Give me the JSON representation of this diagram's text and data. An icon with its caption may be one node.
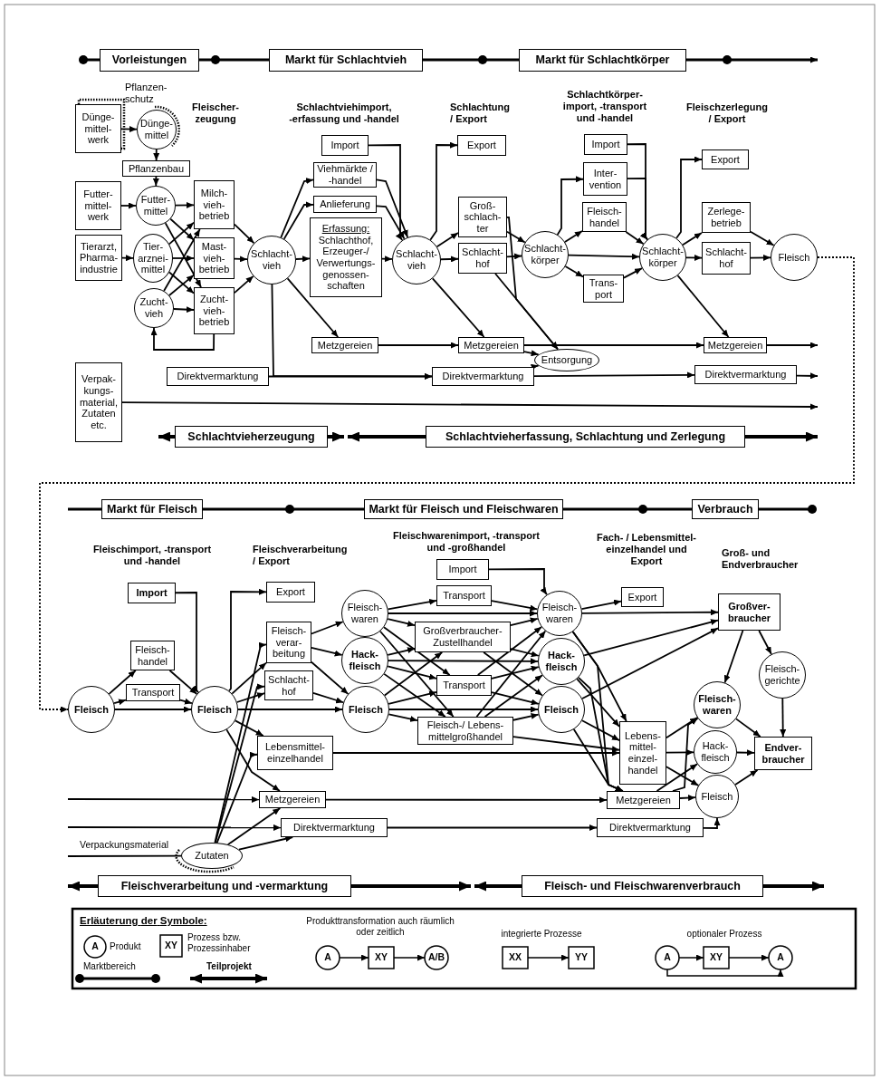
{
  "diagram": {
    "nodes": [
      {
        "text": [
          "Vorleistungen"
        ]
      },
      {
        "text": [
          "Markt für Schlachtvieh"
        ]
      },
      {
        "text": [
          "Markt für Schlachtkörper"
        ]
      },
      {
        "text": [
          "Dünge- mittel- werk"
        ]
      },
      {
        "text": [
          "Dünge- mittel"
        ]
      },
      {
        "text": [
          "Pflanzenbau"
        ]
      },
      {
        "text": [
          "Futter- mittel- werk"
        ]
      },
      {
        "text": [
          "Tierarzt, Pharma- industrie"
        ]
      },
      {
        "text": [
          "Verpak- kungs- material, Zutaten etc."
        ]
      },
      {
        "text": [
          "Futter- mittel"
        ]
      },
      {
        "text": [
          "Tier- arznei- mittel"
        ]
      },
      {
        "text": [
          "Zucht- vieh"
        ]
      },
      {
        "text": [
          "Milch- vieh- betrieb"
        ]
      },
      {
        "text": [
          "Mast- vieh- betrieb"
        ]
      },
      {
        "text": [
          "Zucht- vieh- betrieb"
        ]
      },
      {
        "text": [
          "Schlacht- vieh"
        ]
      },
      {
        "text": [
          "Import"
        ]
      },
      {
        "text": [
          "Viehmärkte / -handel"
        ]
      },
      {
        "text": [
          "Anlieferung"
        ]
      },
      {
        "text": [
          "Erfassung:",
          "Schlachthof, Erzeuger-/ Verwertungs- genossen- schaften"
        ]
      },
      {
        "text": [
          "Metzgereien"
        ]
      },
      {
        "text": [
          "Direktvermarktung"
        ]
      },
      {
        "text": [
          "Schlacht- vieh"
        ]
      },
      {
        "text": [
          "Export"
        ]
      },
      {
        "text": [
          "Groß- schlach- ter"
        ]
      },
      {
        "text": [
          "Schlacht- hof"
        ]
      },
      {
        "text": [
          "Metzgereien"
        ]
      },
      {
        "text": [
          "Direktvermarktung"
        ]
      },
      {
        "text": [
          "Entsorgung"
        ]
      },
      {
        "text": [
          "Schlacht- körper"
        ]
      },
      {
        "text": [
          "Import"
        ]
      },
      {
        "text": [
          "Inter- vention"
        ]
      },
      {
        "text": [
          "Fleisch- handel"
        ]
      },
      {
        "text": [
          "Trans- port"
        ]
      },
      {
        "text": [
          "Schlacht- körper"
        ]
      },
      {
        "text": [
          "Export"
        ]
      },
      {
        "text": [
          "Zerlege- betrieb"
        ]
      },
      {
        "text": [
          "Schlacht- hof"
        ]
      },
      {
        "text": [
          "Fleisch"
        ]
      },
      {
        "text": [
          "Metzgereien"
        ]
      },
      {
        "text": [
          "Direktvermarktung"
        ]
      },
      {
        "text": [
          "Schlachtvieherzeugung"
        ]
      },
      {
        "text": [
          "Schlachtvieherfassung, Schlachtung und Zerlegung"
        ]
      },
      {
        "text": [
          "Markt für Fleisch"
        ]
      },
      {
        "text": [
          "Markt für Fleisch und Fleischwaren"
        ]
      },
      {
        "text": [
          "Verbrauch"
        ]
      },
      {
        "text": [
          "Fleisch"
        ]
      },
      {
        "text": [
          "Import"
        ]
      },
      {
        "text": [
          "Fleisch- handel"
        ]
      },
      {
        "text": [
          "Transport"
        ]
      },
      {
        "text": [
          "Fleisch"
        ]
      },
      {
        "text": [
          "Export"
        ]
      },
      {
        "text": [
          "Fleisch- verar- beitung"
        ]
      },
      {
        "text": [
          "Schlacht- hof"
        ]
      },
      {
        "text": [
          "Lebensmittel- einzelhandel"
        ]
      },
      {
        "text": [
          "Metzgereien"
        ]
      },
      {
        "text": [
          "Fleisch- waren"
        ]
      },
      {
        "text": [
          "Hack- fleisch"
        ]
      },
      {
        "text": [
          "Fleisch"
        ]
      },
      {
        "text": [
          "Import"
        ]
      },
      {
        "text": [
          "Transport"
        ]
      },
      {
        "text": [
          "Großverbraucher- Zustellhandel"
        ]
      },
      {
        "text": [
          "Transport"
        ]
      },
      {
        "text": [
          "Fleisch-/ Lebens- mittelgroßhandel"
        ]
      },
      {
        "text": [
          "Fleisch- waren"
        ]
      },
      {
        "text": [
          "Hack- fleisch"
        ]
      },
      {
        "text": [
          "Fleisch"
        ]
      },
      {
        "text": [
          "Export"
        ]
      },
      {
        "text": [
          "Großver- braucher"
        ]
      },
      {
        "text": [
          "Fleisch- gerichte"
        ]
      },
      {
        "text": [
          "Lebens- mittel- einzel- handel"
        ]
      },
      {
        "text": [
          "Metzgereien"
        ]
      },
      {
        "text": [
          "Fleisch- waren"
        ]
      },
      {
        "text": [
          "Hack- fleisch"
        ]
      },
      {
        "text": [
          "Fleisch"
        ]
      },
      {
        "text": [
          "Endver- braucher"
        ]
      },
      {
        "text": [
          "Direktvermarktung"
        ]
      },
      {
        "text": [
          "Direktvermarktung"
        ]
      },
      {
        "text": [
          "Zutaten"
        ]
      },
      {
        "text": [
          "Fleischverarbeitung und -vermarktung"
        ]
      },
      {
        "text": [
          "Fleisch- und Fleischwarenverbrauch"
        ]
      }
    ],
    "edges": [
      {
        "from": 3,
        "to": 4,
        "arrow": "to"
      },
      {
        "from": 4,
        "to": 5,
        "arrow": "to"
      },
      {
        "from": 5,
        "to": 9,
        "arrow": "to"
      },
      {
        "from": 6,
        "to": 9,
        "arrow": "to"
      },
      {
        "from": 7,
        "to": 10,
        "arrow": "to"
      },
      {
        "from": 9,
        "to": 12,
        "arrow": "to"
      },
      {
        "from": 9,
        "to": 13,
        "arrow": "to"
      },
      {
        "from": 9,
        "to": 14,
        "arrow": "to"
      },
      {
        "from": 10,
        "to": 12,
        "arrow": "to"
      },
      {
        "from": 10,
        "to": 13,
        "arrow": "to"
      },
      {
        "from": 10,
        "to": 14,
        "arrow": "to"
      },
      {
        "from": 11,
        "to": 12,
        "arrow": "to"
      },
      {
        "from": 11,
        "to": 13,
        "arrow": "to"
      },
      {
        "from": 11,
        "to": 14,
        "arrow": "to"
      },
      {
        "from": 14,
        "to": 11,
        "arrow": "to"
      },
      {
        "from": 12,
        "to": 15,
        "arrow": "to"
      },
      {
        "from": 13,
        "to": 15,
        "arrow": "to"
      },
      {
        "from": 14,
        "to": 15,
        "arrow": "to"
      },
      {
        "from": 15,
        "to": 17,
        "arrow": "to"
      },
      {
        "from": 15,
        "to": 18,
        "arrow": "to"
      },
      {
        "from": 15,
        "to": 19,
        "arrow": "to"
      },
      {
        "from": 15,
        "to": 20,
        "arrow": "to"
      },
      {
        "from": 15,
        "to": 27,
        "arrow": "to"
      },
      {
        "from": 21,
        "to": 27,
        "arrow": "to"
      },
      {
        "from": 16,
        "to": 22,
        "arrow": "to"
      },
      {
        "from": 17,
        "to": 22,
        "arrow": "to"
      },
      {
        "from": 18,
        "to": 22,
        "arrow": "to"
      },
      {
        "from": 19,
        "to": 22,
        "arrow": "to"
      },
      {
        "from": 20,
        "to": 26,
        "arrow": "to"
      },
      {
        "from": 22,
        "to": 23,
        "arrow": "to"
      },
      {
        "from": 22,
        "to": 24,
        "arrow": "to"
      },
      {
        "from": 22,
        "to": 25,
        "arrow": "to"
      },
      {
        "from": 22,
        "to": 26,
        "arrow": "to"
      },
      {
        "from": 24,
        "to": 29,
        "arrow": "to"
      },
      {
        "from": 25,
        "to": 29,
        "arrow": "to"
      },
      {
        "from": 24,
        "to": 28,
        "arrow": "to"
      },
      {
        "from": 25,
        "to": 28,
        "arrow": "to"
      },
      {
        "from": 26,
        "to": 28,
        "arrow": "to"
      },
      {
        "from": 27,
        "to": 28,
        "arrow": "to"
      },
      {
        "from": 26,
        "to": 39,
        "arrow": "to"
      },
      {
        "from": 27,
        "to": 40,
        "arrow": "to"
      },
      {
        "from": 29,
        "to": 31,
        "arrow": "to"
      },
      {
        "from": 29,
        "to": 32,
        "arrow": "to"
      },
      {
        "from": 29,
        "to": 34,
        "arrow": "to"
      },
      {
        "from": 29,
        "to": 33,
        "arrow": "to"
      },
      {
        "from": 30,
        "to": 34,
        "arrow": "to"
      },
      {
        "from": 31,
        "to": 34,
        "arrow": "to"
      },
      {
        "from": 32,
        "to": 34,
        "arrow": "to"
      },
      {
        "from": 33,
        "to": 34,
        "arrow": "to"
      },
      {
        "from": 34,
        "to": 35,
        "arrow": "to"
      },
      {
        "from": 34,
        "to": 36,
        "arrow": "to"
      },
      {
        "from": 34,
        "to": 37,
        "arrow": "to"
      },
      {
        "from": 34,
        "to": 39,
        "arrow": "to"
      },
      {
        "from": 36,
        "to": 38,
        "arrow": "to"
      },
      {
        "from": 37,
        "to": 38,
        "arrow": "to"
      },
      {
        "from": 39,
        "to": null,
        "arrow": "to"
      },
      {
        "from": 40,
        "to": null,
        "arrow": "to"
      },
      {
        "from": 8,
        "to": null,
        "arrow": "to"
      },
      {
        "from": 38,
        "to": 46,
        "arrow": "to",
        "style": "dashed"
      },
      {
        "from": 46,
        "to": 48,
        "arrow": "to"
      },
      {
        "from": 46,
        "to": 49,
        "arrow": "to"
      },
      {
        "from": 46,
        "to": 50,
        "arrow": "to"
      },
      {
        "from": 47,
        "to": 50,
        "arrow": "to"
      },
      {
        "from": 48,
        "to": 50,
        "arrow": "to"
      },
      {
        "from": 49,
        "to": 50,
        "arrow": "to"
      },
      {
        "from": 50,
        "to": 51,
        "arrow": "to"
      },
      {
        "from": 50,
        "to": 52,
        "arrow": "to"
      },
      {
        "from": 50,
        "to": 53,
        "arrow": "to"
      },
      {
        "from": 50,
        "to": 58,
        "arrow": "to"
      },
      {
        "from": 50,
        "to": 54,
        "arrow": "to"
      },
      {
        "from": 50,
        "to": 55,
        "arrow": "to"
      },
      {
        "from": 78,
        "to": 52,
        "arrow": "to"
      },
      {
        "from": 78,
        "to": 53,
        "arrow": "to"
      },
      {
        "from": 78,
        "to": 54,
        "arrow": "to"
      },
      {
        "from": 78,
        "to": 55,
        "arrow": "to"
      },
      {
        "from": 78,
        "to": 76,
        "arrow": "to"
      },
      {
        "from": 52,
        "to": 56,
        "arrow": "to"
      },
      {
        "from": 52,
        "to": 57,
        "arrow": "to"
      },
      {
        "from": 52,
        "to": 58,
        "arrow": "to"
      },
      {
        "from": 53,
        "to": 58,
        "arrow": "to"
      },
      {
        "from": 56,
        "to": 60,
        "arrow": "to"
      },
      {
        "from": 56,
        "to": 64,
        "arrow": "to"
      },
      {
        "from": 57,
        "to": 65,
        "arrow": "to"
      },
      {
        "from": 58,
        "to": 66,
        "arrow": "to"
      },
      {
        "from": 56,
        "to": 61,
        "arrow": "to"
      },
      {
        "from": 56,
        "to": 62,
        "arrow": "to"
      },
      {
        "from": 56,
        "to": 63,
        "arrow": "to"
      },
      {
        "from": 57,
        "to": 61,
        "arrow": "to"
      },
      {
        "from": 57,
        "to": 62,
        "arrow": "to"
      },
      {
        "from": 57,
        "to": 63,
        "arrow": "to"
      },
      {
        "from": 58,
        "to": 61,
        "arrow": "to"
      },
      {
        "from": 58,
        "to": 62,
        "arrow": "to"
      },
      {
        "from": 58,
        "to": 63,
        "arrow": "to"
      },
      {
        "from": 59,
        "to": 64,
        "arrow": "to"
      },
      {
        "from": 60,
        "to": 64,
        "arrow": "to"
      },
      {
        "from": 61,
        "to": 64,
        "arrow": "to"
      },
      {
        "from": 61,
        "to": 65,
        "arrow": "to"
      },
      {
        "from": 61,
        "to": 66,
        "arrow": "to"
      },
      {
        "from": 62,
        "to": 64,
        "arrow": "to"
      },
      {
        "from": 62,
        "to": 65,
        "arrow": "to"
      },
      {
        "from": 62,
        "to": 66,
        "arrow": "to"
      },
      {
        "from": 63,
        "to": 64,
        "arrow": "to"
      },
      {
        "from": 63,
        "to": 65,
        "arrow": "to"
      },
      {
        "from": 63,
        "to": 66,
        "arrow": "to"
      },
      {
        "from": 63,
        "to": 70,
        "arrow": "to"
      },
      {
        "from": 64,
        "to": 67,
        "arrow": "to"
      },
      {
        "from": 64,
        "to": 68,
        "arrow": "to"
      },
      {
        "from": 65,
        "to": 68,
        "arrow": "to"
      },
      {
        "from": 66,
        "to": 68,
        "arrow": "to"
      },
      {
        "from": 64,
        "to": 70,
        "arrow": "to"
      },
      {
        "from": 64,
        "to": 71,
        "arrow": "to"
      },
      {
        "from": 65,
        "to": 70,
        "arrow": "to"
      },
      {
        "from": 65,
        "to": 71,
        "arrow": "to"
      },
      {
        "from": 66,
        "to": 70,
        "arrow": "to"
      },
      {
        "from": 66,
        "to": 71,
        "arrow": "to"
      },
      {
        "from": 54,
        "to": 70,
        "arrow": "to"
      },
      {
        "from": 55,
        "to": 71,
        "arrow": "to"
      },
      {
        "from": 76,
        "to": 77,
        "arrow": "to"
      },
      {
        "from": 77,
        "to": 74,
        "arrow": "to"
      },
      {
        "from": 68,
        "to": 72,
        "arrow": "to"
      },
      {
        "from": 68,
        "to": 69,
        "arrow": "to"
      },
      {
        "from": 69,
        "to": 75,
        "arrow": "to"
      },
      {
        "from": 70,
        "to": 72,
        "arrow": "to"
      },
      {
        "from": 70,
        "to": 73,
        "arrow": "to"
      },
      {
        "from": 70,
        "to": 74,
        "arrow": "to"
      },
      {
        "from": 71,
        "to": 72,
        "arrow": "to"
      },
      {
        "from": 71,
        "to": 73,
        "arrow": "to"
      },
      {
        "from": 71,
        "to": 74,
        "arrow": "to"
      },
      {
        "from": 72,
        "to": 75,
        "arrow": "to"
      },
      {
        "from": 73,
        "to": 75,
        "arrow": "to"
      },
      {
        "from": 74,
        "to": 75,
        "arrow": "to"
      },
      {
        "from": null,
        "to": 55,
        "arrow": "to"
      },
      {
        "from": null,
        "to": 76,
        "arrow": "to"
      },
      {
        "from": null,
        "to": 78,
        "arrow": "none",
        "label": "Verpackungsmaterial"
      }
    ],
    "labels": [
      "Pflanzen- schutz",
      "Fleischer- zeugung",
      "Schlachtviehimport, -erfassung und -handel",
      "Schlachtung / Export",
      "Schlachtkörper- import, -transport und -handel",
      "Fleischzerlegung / Export",
      "Fleischimport, -transport und -handel",
      "Fleischverarbeitung / Export",
      "Fleischwarenimport, -transport und -großhandel",
      "Fach- / Lebensmittel- einzelhandel und Export",
      "Groß- und Endverbraucher",
      "Erläuterung der Symbole:",
      "A",
      "XY",
      "A",
      "XY",
      "A/B",
      "XX",
      "YY",
      "A",
      "XY",
      "A"
    ],
    "legend": [
      {
        "text": "Produkt"
      },
      {
        "text": "Prozess bzw. Prozessinhaber"
      },
      {
        "text": "Marktbereich"
      },
      {
        "text": "Teilprojekt"
      },
      {
        "text": "Produkttransformation auch räumlich oder zeitlich"
      },
      {
        "text": "integrierte Prozesse"
      },
      {
        "text": "optionaler Prozess"
      }
    ]
  }
}
